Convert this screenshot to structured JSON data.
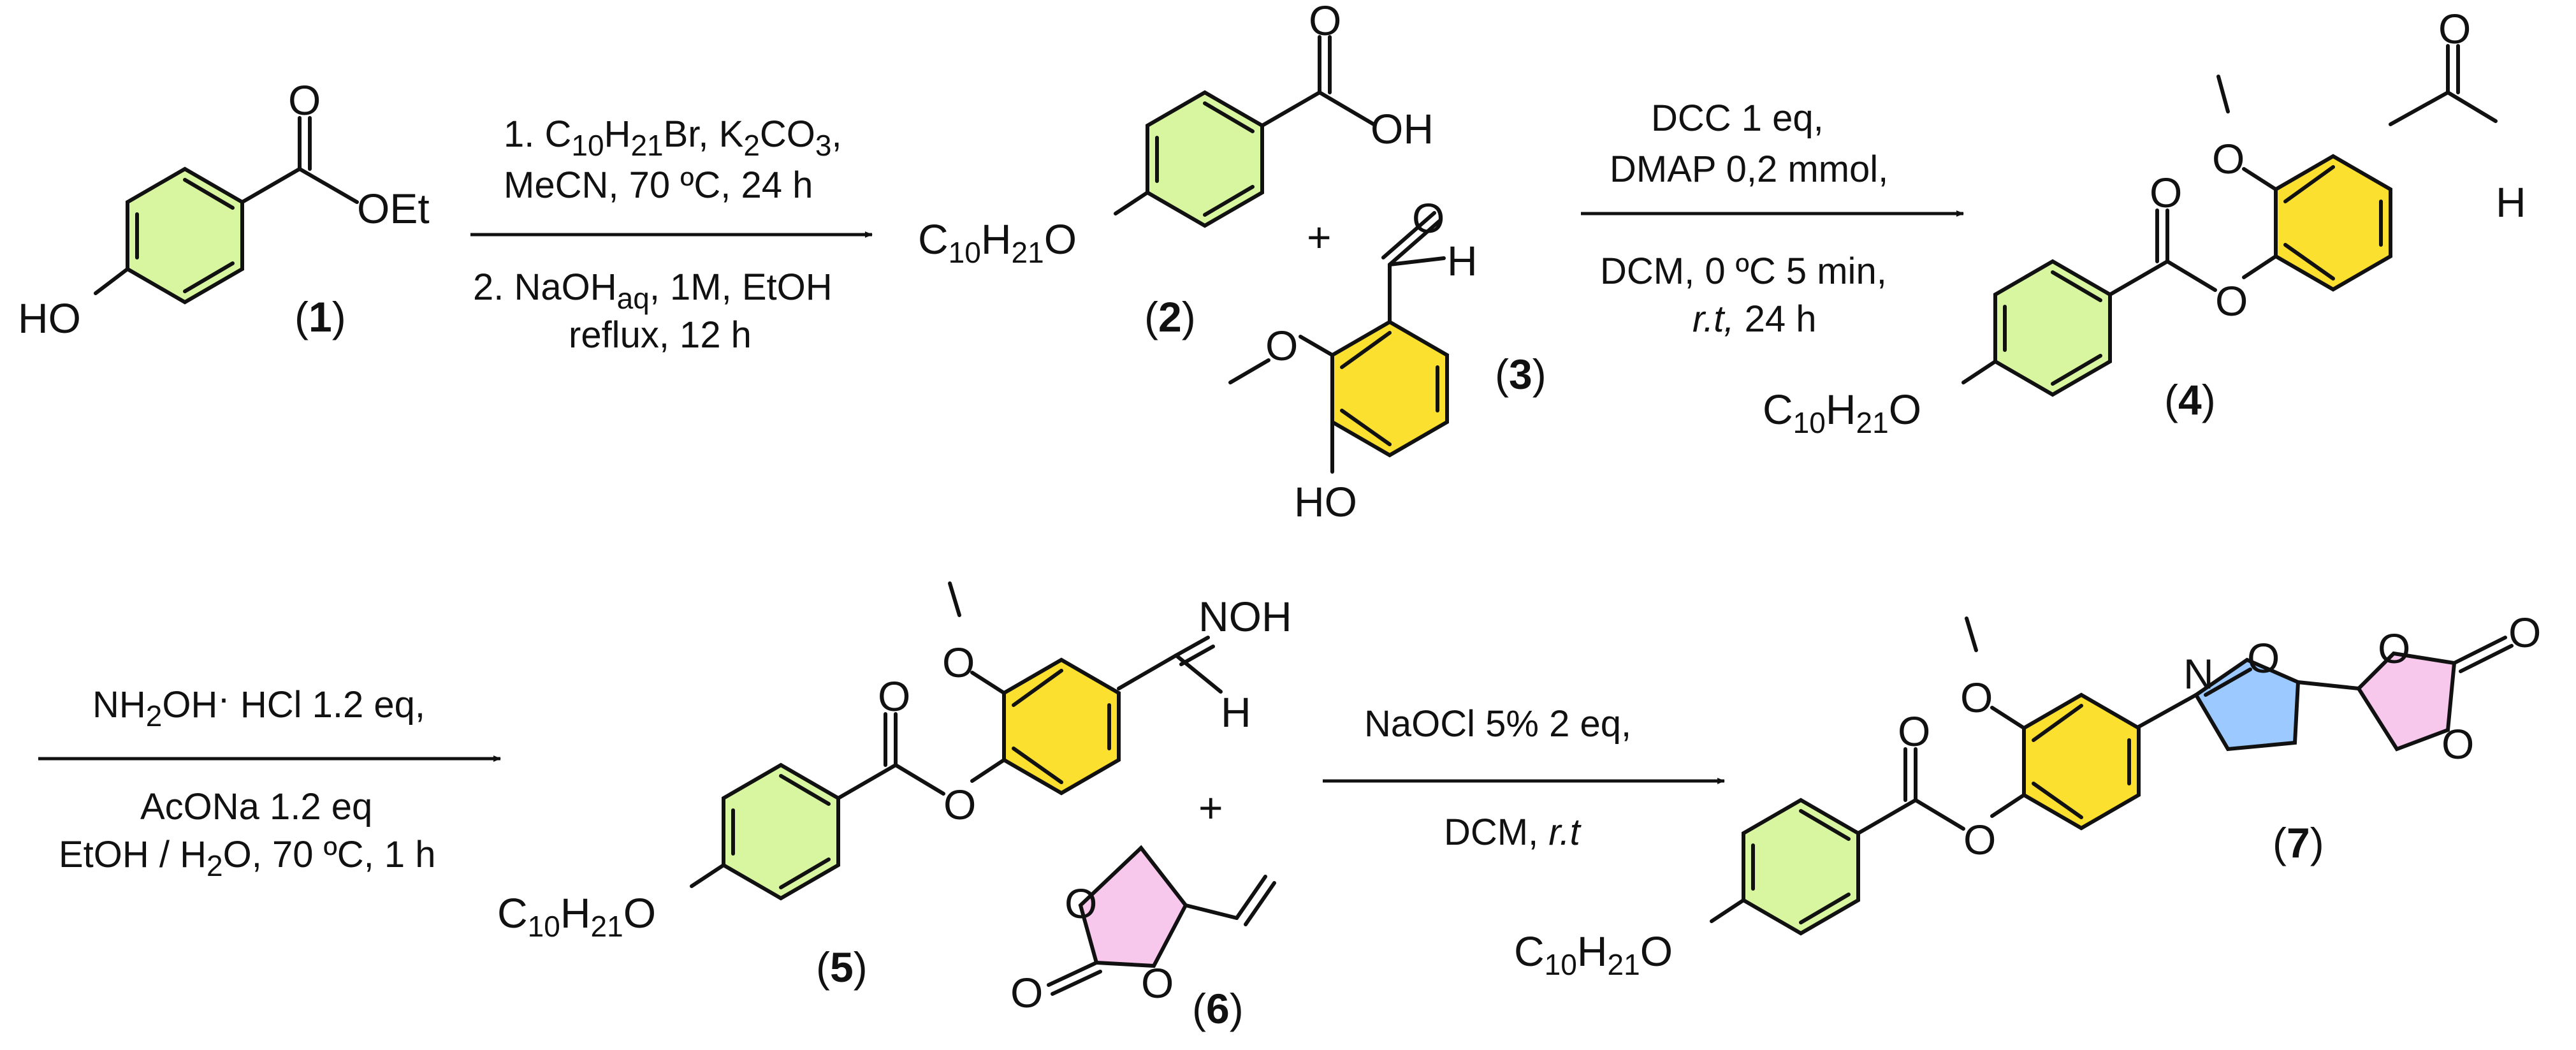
{
  "colors": {
    "ring_green": "#d8f5a0",
    "ring_yellow": "#fce030",
    "ring_blue": "#9cc9ff",
    "ring_pink": "#f7c7ec",
    "ink": "#111111"
  },
  "compounds": {
    "c1": {
      "label": "1",
      "ho": "HO",
      "oet": "OEt",
      "o": "O"
    },
    "c2": {
      "label": "2",
      "oh": "OH",
      "o": "O",
      "c10": "C",
      "c10_sub": "10",
      "h21": "H",
      "h21_sub": "21",
      "c10_o": "O"
    },
    "c3": {
      "label": "3",
      "ho": "HO",
      "o": "O",
      "h": "H"
    },
    "c4": {
      "label": "4",
      "o": "O",
      "h": "H"
    },
    "c5": {
      "label": "5",
      "noh": "NOH",
      "h": "H"
    },
    "c6": {
      "label": "6",
      "o": "O"
    },
    "c7": {
      "label": "7",
      "n": "N",
      "o": "O"
    },
    "plus": "+",
    "decyloxy": "C10H21O"
  },
  "steps": {
    "step1": {
      "line1": [
        "1. C",
        "10",
        "H",
        "21",
        "Br, K",
        "2",
        "CO",
        "3",
        ","
      ],
      "line2": "MeCN, 70 ºC, 24 h",
      "line3": [
        "2. NaOH",
        "aq",
        ", 1M, EtOH"
      ],
      "line4": "reflux, 12 h"
    },
    "step2": {
      "line1": "DCC 1 eq,",
      "line2": "DMAP 0,2 mmol,",
      "line3": "DCM, 0 ºC 5 min,",
      "line4_italic": "r.t,",
      "line4_rest": " 24 h"
    },
    "step3": {
      "line1": [
        "NH",
        "2",
        "OH",
        "·",
        " HCl 1.2 eq,"
      ],
      "line2": "AcONa 1.2 eq",
      "line3": [
        "EtOH / H",
        "2",
        "O, 70 ºC, 1 h"
      ]
    },
    "step4": {
      "line1": "NaOCl 5% 2 eq,",
      "line2": "DCM, ",
      "line2_italic": "r.t"
    }
  }
}
